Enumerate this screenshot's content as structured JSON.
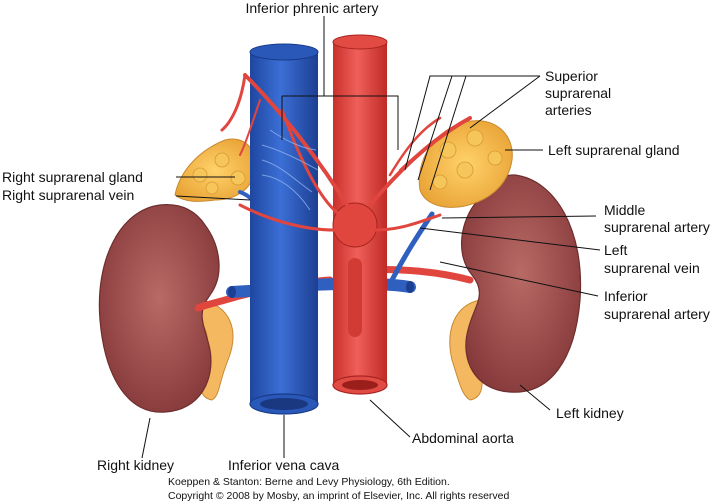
{
  "labels": {
    "inferior_phrenic_artery": "Inferior phrenic artery",
    "superior_suprarenal_arteries": [
      "Superior",
      "suprarenal",
      "arteries"
    ],
    "left_suprarenal_gland": "Left suprarenal gland",
    "right_suprarenal_gland": "Right suprarenal gland",
    "right_suprarenal_vein": "Right suprarenal vein",
    "middle_suprarenal_artery": [
      "Middle",
      "suprarenal artery"
    ],
    "left_suprarenal_vein": [
      "Left",
      "suprarenal vein"
    ],
    "inferior_suprarenal_artery": [
      "Inferior",
      "suprarenal artery"
    ],
    "left_kidney": "Left kidney",
    "abdominal_aorta": "Abdominal aorta",
    "right_kidney": "Right kidney",
    "inferior_vena_cava": "Inferior vena cava"
  },
  "credit": {
    "line1": "Koeppen & Stanton: Berne and Levy Physiology, 6th Edition.",
    "line2": "Copyright © 2008 by Mosby, an imprint of Elsevier, Inc. All rights reserved"
  },
  "colors": {
    "vein_blue": "#2f5fbf",
    "artery_red": "#e0463e",
    "kidney": "#9b4a4a",
    "gland": "#f2b84a",
    "ureter": "#f4b860"
  }
}
